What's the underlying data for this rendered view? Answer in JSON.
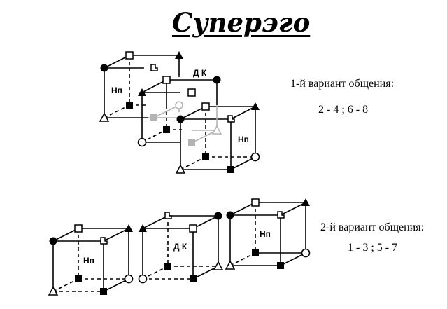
{
  "title": "Суперэго",
  "variant1": {
    "title": "1-й вариант  общения:",
    "pairs": "2 - 4 ;   6 - 8"
  },
  "variant2": {
    "title": "2-й вариант  общения:",
    "pairs": "1 - 3 ;   5 - 7"
  },
  "labels": {
    "np": "Нп",
    "dk": "Д К"
  },
  "colors": {
    "ink": "#000000",
    "ghost": "#b3b3b3",
    "background": "#ffffff"
  }
}
